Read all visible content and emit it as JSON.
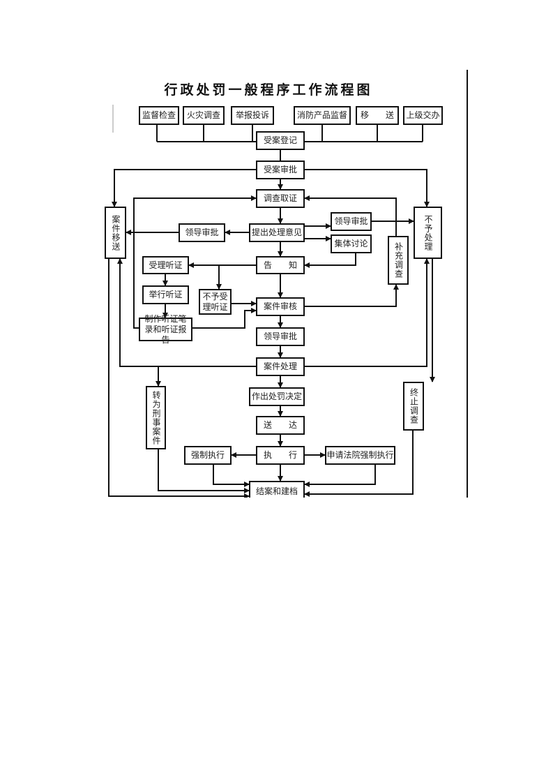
{
  "title": "行政处罚一般程序工作流程图",
  "sources": [
    "监督检查",
    "火灾调查",
    "举报投诉",
    "消防产品监督",
    "移　　送",
    "上级交办"
  ],
  "nodes": {
    "register": "受案登记",
    "accept_approval": "受案审批",
    "investigate": "调查取证",
    "case_transfer": "案件移送",
    "no_action": "不予处理",
    "leader_approval_left": "领导审批",
    "propose_opinion": "提出处理意见",
    "leader_approval_right": "领导审批",
    "group_discussion": "集体讨论",
    "supplementary_investigation": "补充调查",
    "notify": "告　　知",
    "accept_hearing": "受理听证",
    "hold_hearing": "举行听证",
    "reject_hearing": "不予受理听证",
    "hearing_record": "制作听证笔录和听证报告",
    "case_review": "案件审核",
    "leader_approval_mid": "领导审批",
    "case_handling": "案件处理",
    "criminal_transfer": "转为刑事案件",
    "terminate_investigation": "终止调查",
    "penalty_decision": "作出处罚决定",
    "deliver": "送　　达",
    "execute": "执　　行",
    "forced_execution": "强制执行",
    "court_enforcement": "申请法院强制执行",
    "close_archive": "结案和建档"
  }
}
